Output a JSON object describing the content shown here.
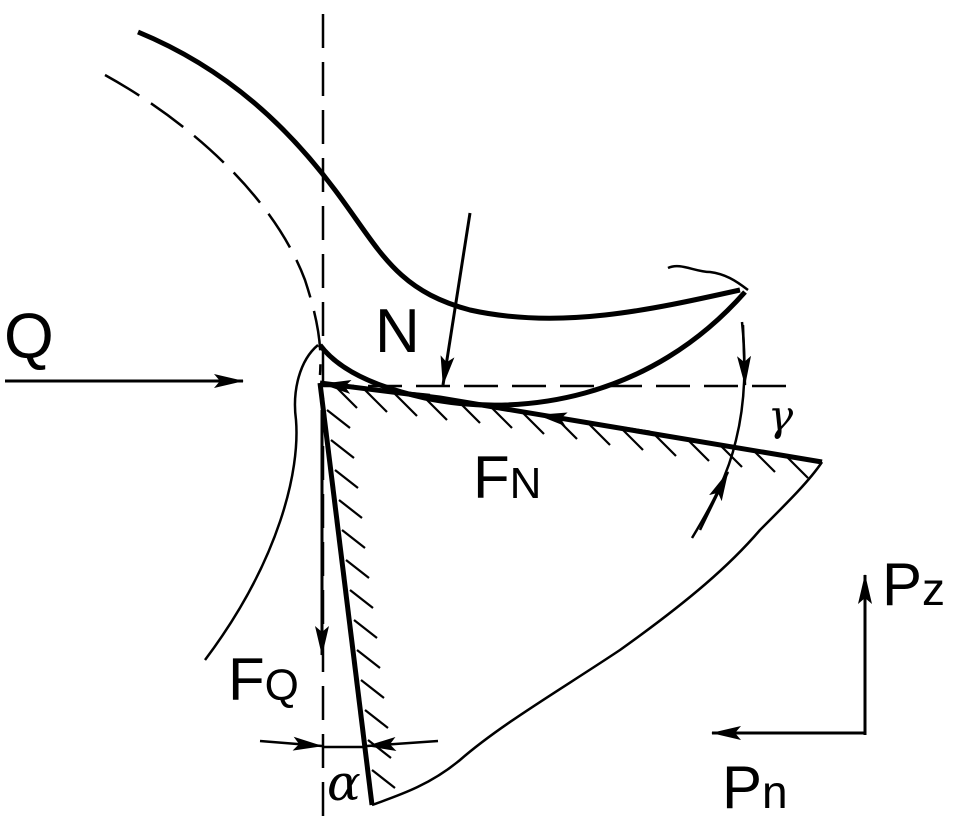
{
  "labels": {
    "Q": "Q",
    "N": "N",
    "F_N": {
      "main": "F",
      "sub": "N"
    },
    "F_Q": {
      "main": "F",
      "sub": "Q"
    },
    "P_z": {
      "main": "P",
      "sub": "z"
    },
    "P_n": {
      "main": "P",
      "sub": "n"
    },
    "alpha": "α",
    "gamma": "γ"
  },
  "colors": {
    "ink": "#000000",
    "background": "#ffffff"
  }
}
